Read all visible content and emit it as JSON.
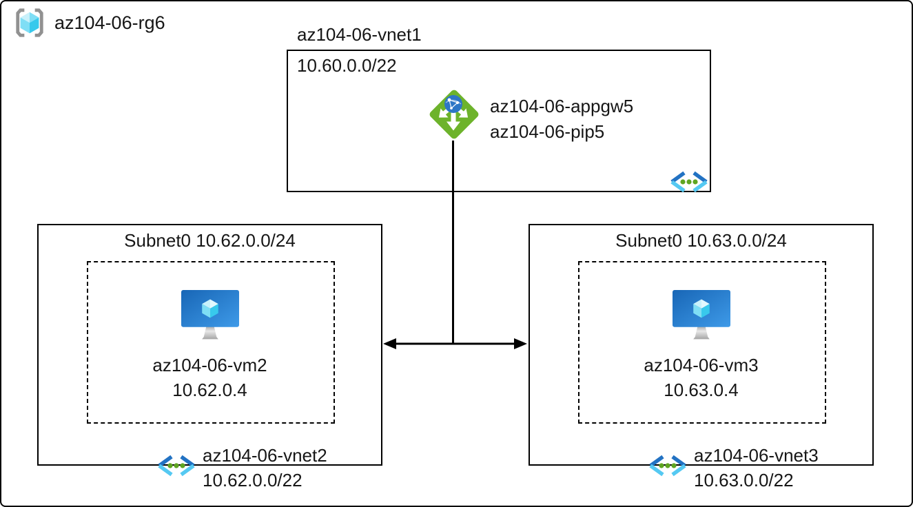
{
  "resource_group": {
    "label": "az104-06-rg6"
  },
  "vnet1": {
    "title": "az104-06-vnet1",
    "cidr": "10.60.0.0/22",
    "appgw_name": "az104-06-appgw5",
    "pip_name": "az104-06-pip5"
  },
  "vnet2": {
    "subnet_label": "Subnet0 10.62.0.0/24",
    "vm_name": "az104-06-vm2",
    "vm_ip": "10.62.0.4",
    "name": "az104-06-vnet2",
    "cidr": "10.62.0.0/22"
  },
  "vnet3": {
    "subnet_label": "Subnet0 10.63.0.0/24",
    "vm_name": "az104-06-vm3",
    "vm_ip": "10.63.0.4",
    "name": "az104-06-vnet3",
    "cidr": "10.63.0.0/22"
  },
  "icons": {
    "resource_group": "resource-group-icon (gray brackets around cyan cube)",
    "virtual_network": "virtual-network-icon (blue chevrons with three green dots)",
    "application_gateway": "application-gateway-icon (green diamond, white arrows, blue globe)",
    "virtual_machine": "virtual-machine-icon (blue monitor with cyan cube on gray stand)"
  },
  "colors": {
    "line": "#000000",
    "text": "#161616",
    "appgw-green": "#6db32b",
    "globe-blue": "#2d76c6",
    "chevron-dark-blue": "#2272c3",
    "chevron-cyan": "#55c9f2",
    "dot-green": "#5fa521",
    "vm-blue-1": "#1866b6",
    "vm-blue-2": "#3e9ae8",
    "cube-light": "#c9f1fb",
    "cube-mid": "#7fdef5",
    "cube-dark": "#38c9ec",
    "bracket-gray": "#919191",
    "stand-gray-1": "#e8e8e8",
    "stand-gray-2": "#a5a5a5"
  }
}
